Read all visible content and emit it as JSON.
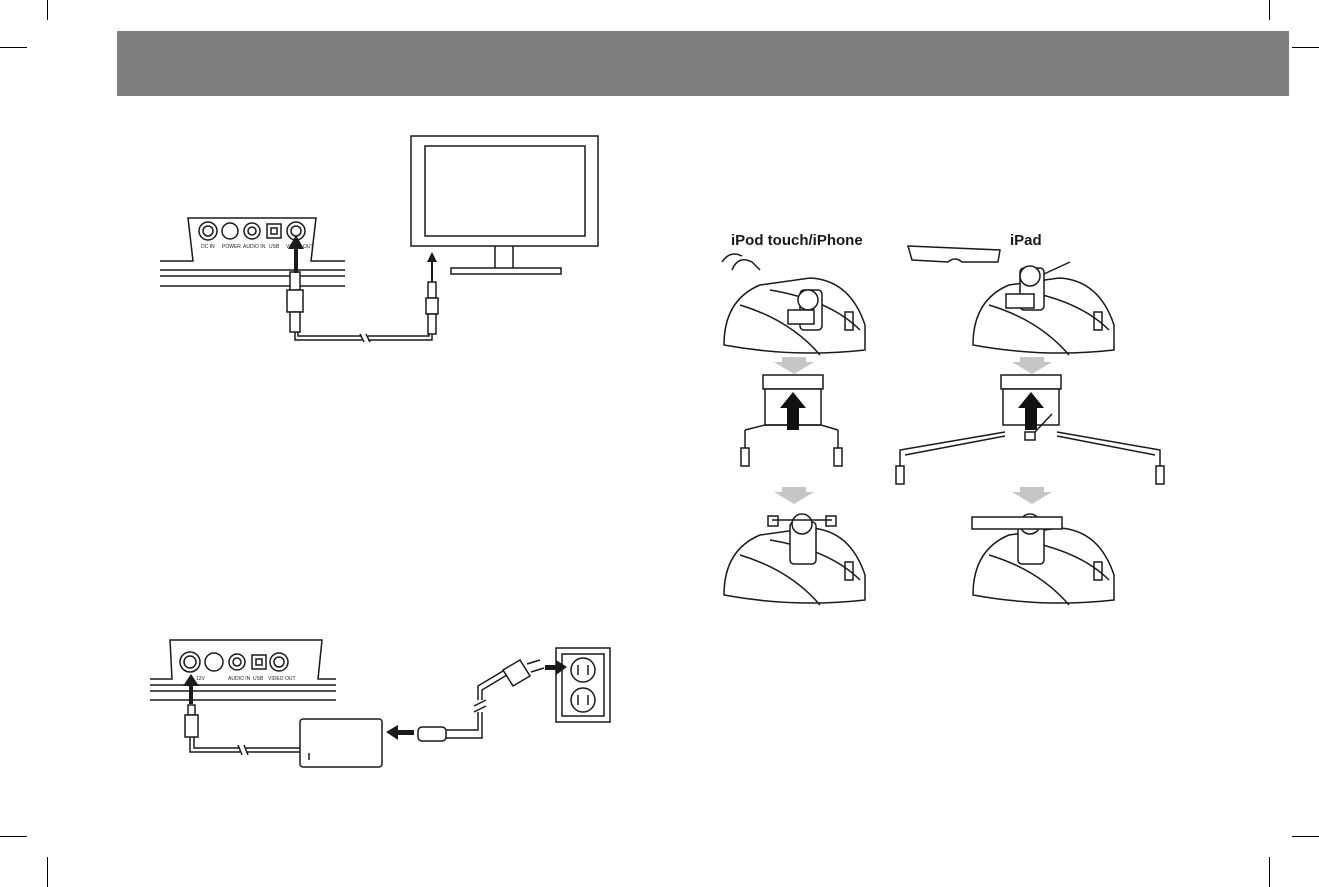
{
  "dock_labels": {
    "iphone": "iPod touch/iPhone",
    "ipad": "iPad"
  },
  "port_labels": {
    "top": [
      "DC IN",
      "POWER",
      "AUDIO IN",
      "USB",
      "VIDEO OUT"
    ],
    "bottom": [
      "12V",
      "AUDIO IN",
      "USB",
      "VIDEO OUT"
    ]
  },
  "colors": {
    "header_band": "#7f7f7f",
    "lineart": "#1a1a1a",
    "guide_arrow": "#c6c6c6"
  }
}
